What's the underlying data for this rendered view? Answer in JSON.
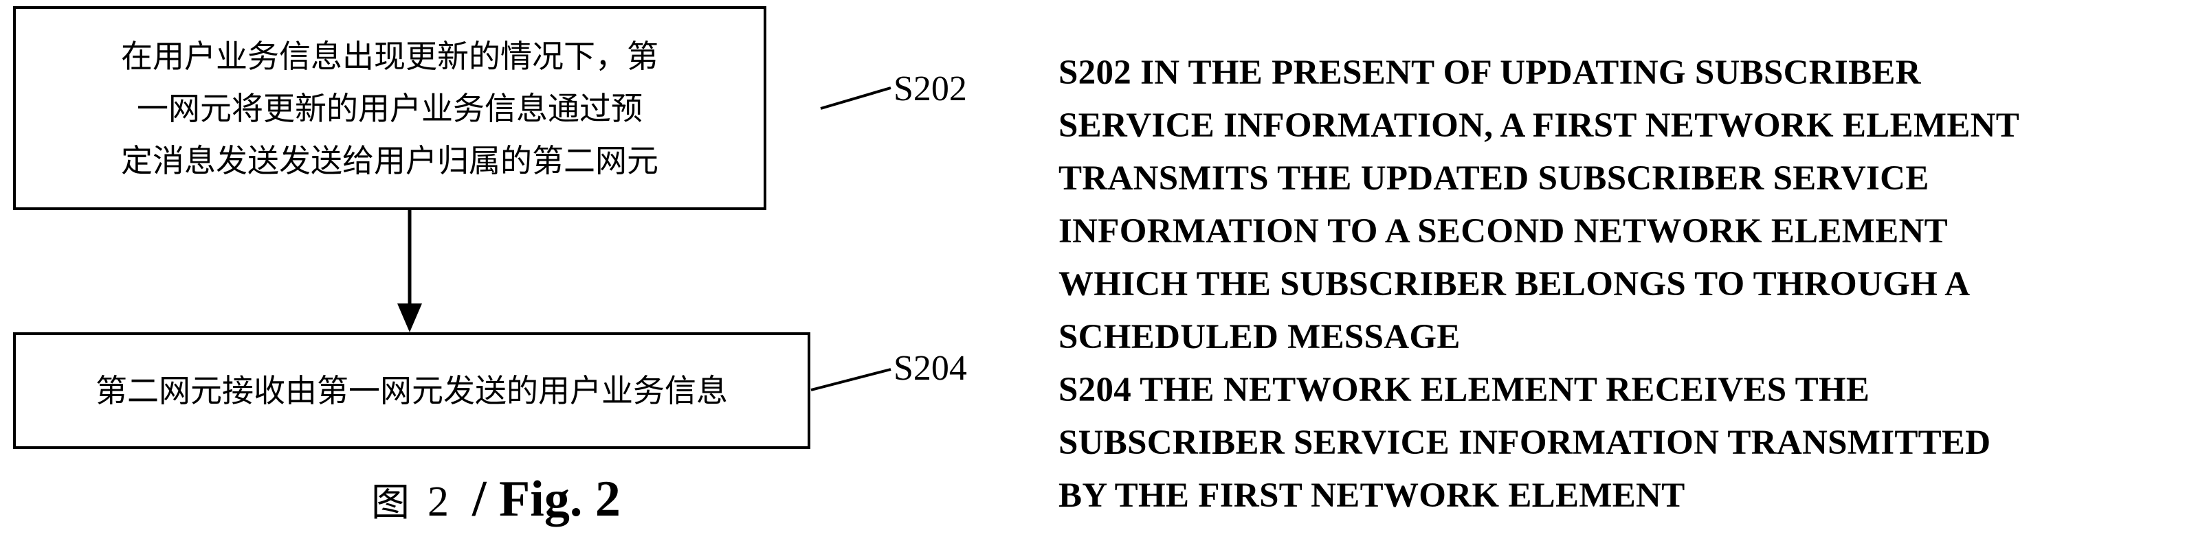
{
  "diagram": {
    "steps": [
      {
        "id": "S202",
        "label": "S202",
        "text": "在用户业务信息出现更新的情况下，第\n一网元将更新的用户业务信息通过预\n定消息发送发送给用户归属的第二网元"
      },
      {
        "id": "S204",
        "label": "S204",
        "text": "第二网元接收由第一网元发送的用户业务信息"
      }
    ],
    "caption": {
      "chinese": "图",
      "number": "2",
      "english": "/ Fig. 2"
    }
  },
  "translation": {
    "lines": [
      "S202 IN THE PRESENT OF UPDATING SUBSCRIBER",
      "SERVICE INFORMATION, A FIRST NETWORK ELEMENT",
      "TRANSMITS THE UPDATED SUBSCRIBER SERVICE",
      "INFORMATION TO A SECOND NETWORK ELEMENT",
      "WHICH THE SUBSCRIBER BELONGS TO THROUGH A",
      "SCHEDULED MESSAGE",
      "S204 THE NETWORK ELEMENT RECEIVES THE",
      "SUBSCRIBER SERVICE INFORMATION TRANSMITTED",
      "BY THE FIRST NETWORK ELEMENT"
    ]
  }
}
